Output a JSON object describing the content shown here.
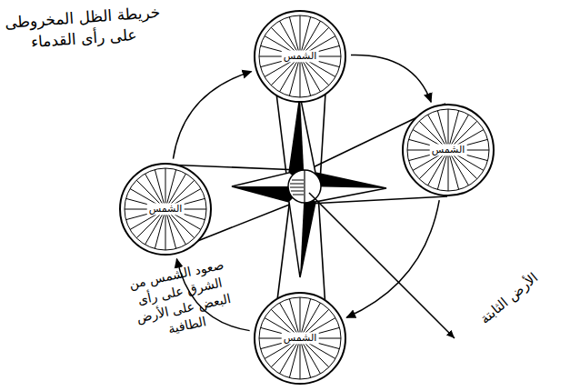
{
  "diagram": {
    "nodes": [
      {
        "text": [
          "الشمس"
        ]
      },
      {
        "text": [
          "الشمس"
        ]
      },
      {
        "text": [
          "الشمس"
        ]
      },
      {
        "text": [
          "الشمس"
        ]
      }
    ],
    "edges": [
      {
        "from": 0,
        "to": 1,
        "arrow": "to"
      },
      {
        "from": 1,
        "to": 2,
        "arrow": "to"
      },
      {
        "from": 2,
        "to": 3,
        "arrow": "to"
      },
      {
        "from": 3,
        "to": 0,
        "arrow": "to"
      }
    ],
    "labels": [
      "خريطة الظل المخروطى على رأى القدماء",
      "صعود الشمس من الشرق على رأى البعض على الأرض الطافية",
      "الأرض الثابتة"
    ]
  }
}
